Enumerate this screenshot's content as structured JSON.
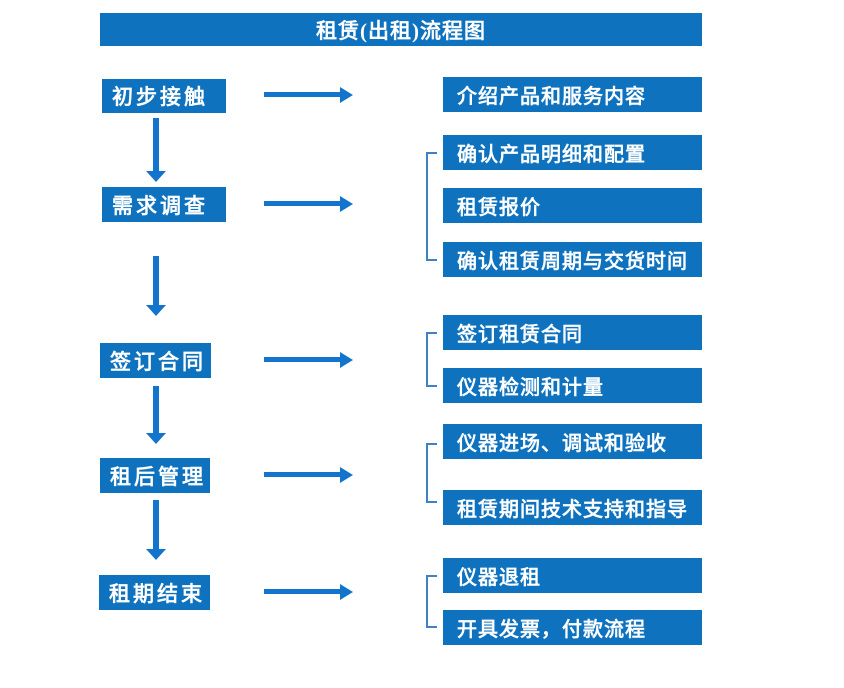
{
  "title": "租赁(出租)流程图",
  "colors": {
    "box_blue": "#0f72be",
    "arrow_blue": "#1374cd",
    "bracket_blue": "#3f82c4",
    "text": "#ffffff",
    "background": "#ffffff"
  },
  "flow": {
    "steps": [
      {
        "label": "初步接触",
        "details": [
          "介绍产品和服务内容"
        ]
      },
      {
        "label": "需求调查",
        "details": [
          "确认产品明细和配置",
          "租赁报价",
          "确认租赁周期与交货时间"
        ]
      },
      {
        "label": "签订合同",
        "details": [
          "签订租赁合同",
          "仪器检测和计量"
        ]
      },
      {
        "label": "租后管理",
        "details": [
          "仪器进场、调试和验收",
          "租赁期间技术支持和指导"
        ]
      },
      {
        "label": "租期结束",
        "details": [
          "仪器退租",
          "开具发票，付款流程"
        ]
      }
    ]
  }
}
